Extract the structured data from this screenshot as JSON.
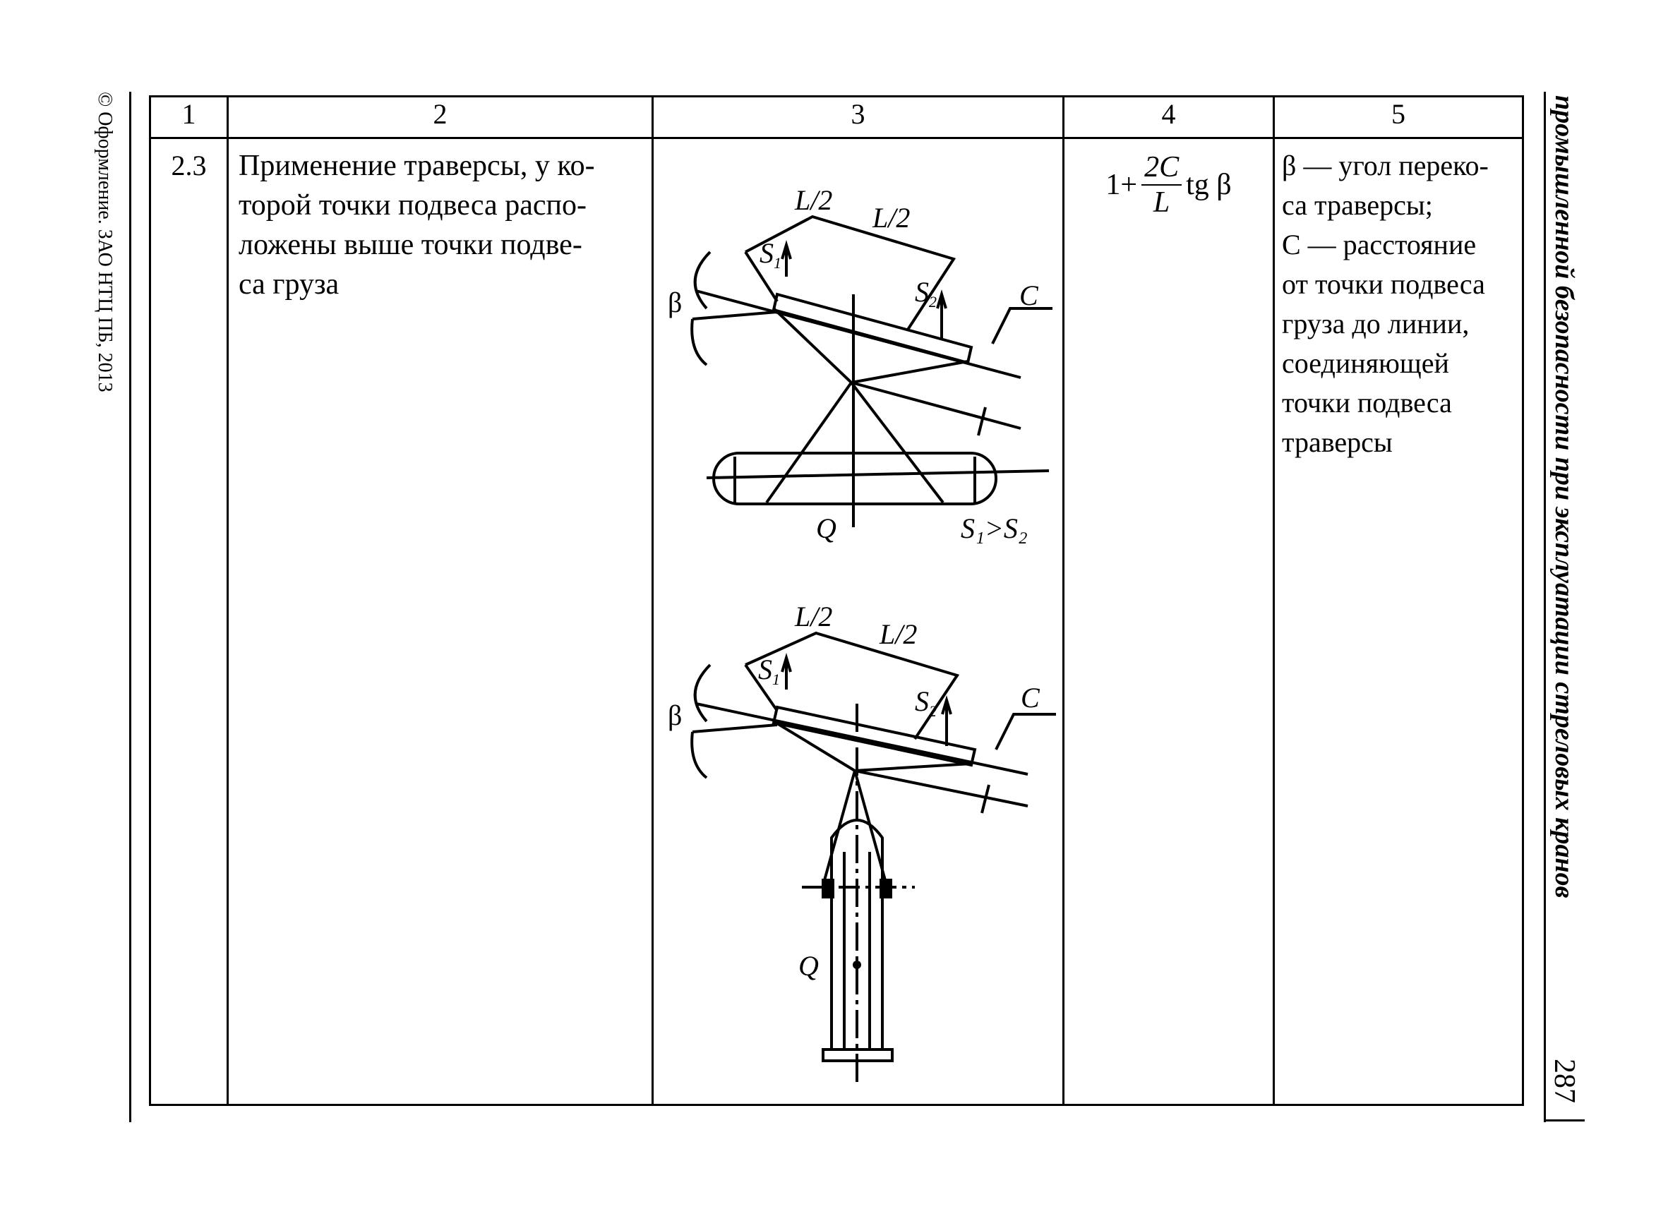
{
  "side_left": "© Оформление. ЗАО НТЦ ПБ, 2013",
  "side_right": "промышленной безопасности при эксплуатации стреловых кранов",
  "page_number": "287",
  "table": {
    "headers": [
      "1",
      "2",
      "3",
      "4",
      "5"
    ],
    "row": {
      "number": "2.3",
      "description_lines": [
        "Применение траверсы, у ко-",
        "торой точки подвеса распо-",
        "ложены выше точки подве-",
        "са груза"
      ],
      "formula": {
        "prefix": "1+",
        "numerator": "2C",
        "denominator": "L",
        "suffix": "tg β"
      },
      "note_lines": [
        "β — угол переко-",
        "са траверсы;",
        "C — расстояние",
        "от точки подвеса",
        "груза до линии,",
        "соединяющей",
        "точки подвеса",
        "траверсы"
      ]
    }
  },
  "figure": {
    "top": {
      "label_l2_left": "L/2",
      "label_l2_right": "L/2",
      "label_s1": "S",
      "label_s1_sub": "1",
      "label_s2": "S",
      "label_s2_sub": "2",
      "label_beta": "β",
      "label_c": "C",
      "label_q": "Q",
      "label_cond": "S₁>S₂"
    },
    "bottom": {
      "label_l2_left": "L/2",
      "label_l2_right": "L/2",
      "label_s1": "S",
      "label_s1_sub": "1",
      "label_s2": "S",
      "label_s2_sub": "2",
      "label_beta": "β",
      "label_c": "C",
      "label_q": "Q"
    }
  }
}
